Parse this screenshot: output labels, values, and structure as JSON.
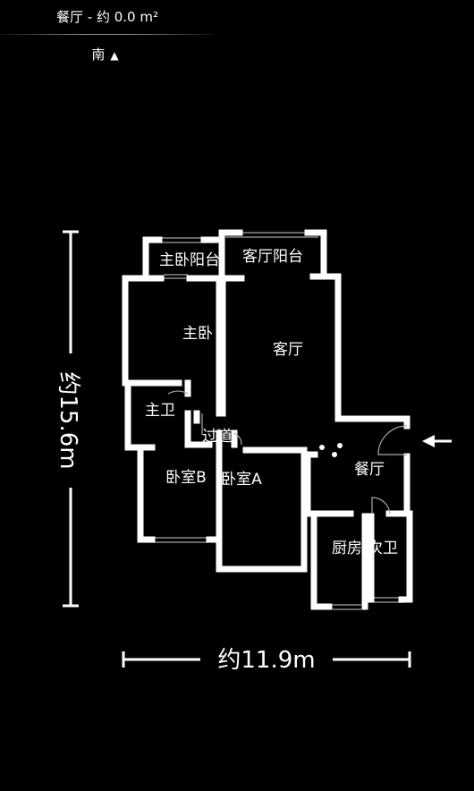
{
  "header": {
    "room_title": "餐厅 - 约 0.0 m²",
    "compass_label": "南",
    "compass_arrow": "▲"
  },
  "dimensions": {
    "width_label": "约11.9m",
    "height_label": "约15.6m"
  },
  "rooms": {
    "master_balcony": "主卧阳台",
    "living_balcony": "客厅阳台",
    "master_bedroom": "主卧",
    "living_room": "客厅",
    "master_bath": "主卫",
    "corridor": "过道",
    "bedroom_b": "卧室B",
    "bedroom_a": "卧室A",
    "dining_room": "餐厅",
    "kitchen": "厨房",
    "second_bath": "次卫"
  },
  "colors": {
    "background": "#000000",
    "walls": "#ffffff",
    "windows": "#888888"
  },
  "icons": {
    "entrance": "arrow-left-icon",
    "compass": "triangle-up-icon"
  }
}
